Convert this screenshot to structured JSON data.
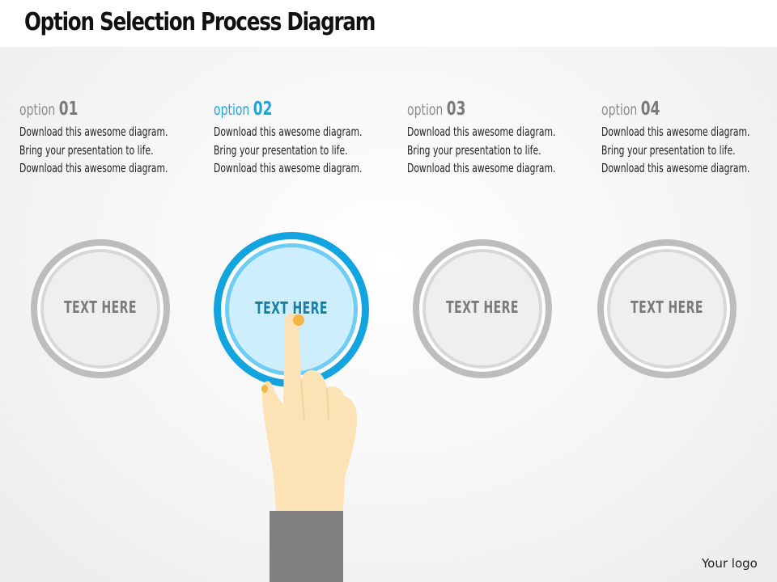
{
  "title": "Option Selection Process Diagram",
  "colors": {
    "accent": "#12a4df",
    "accent_light": "#6fcdf3",
    "accent_fill": "#cdeffd",
    "inactive_ring": "#bdbdbd",
    "sleeve": "#808080",
    "skin": "#fbe3b6",
    "nail": "#f4b642"
  },
  "options": [
    {
      "prefix": "option",
      "number": "01",
      "description": "Download this awesome diagram. Bring your presentation to life. Download this awesome diagram.",
      "node_label": "TEXT  HERE",
      "active": false
    },
    {
      "prefix": "option",
      "number": "02",
      "description": "Download this awesome diagram. Bring your presentation to life. Download this awesome diagram.",
      "node_label": "TEXT  HERE",
      "active": true
    },
    {
      "prefix": "option",
      "number": "03",
      "description": "Download this awesome diagram. Bring your presentation to life. Download this awesome diagram.",
      "node_label": "TEXT  HERE",
      "active": false
    },
    {
      "prefix": "option",
      "number": "04",
      "description": "Download this awesome diagram. Bring your presentation to life. Download this awesome diagram.",
      "node_label": "TEXT  HERE",
      "active": false
    }
  ],
  "footer": {
    "logo_text": "Your logo"
  },
  "icons": {
    "pointer": "pointing-hand-icon"
  }
}
